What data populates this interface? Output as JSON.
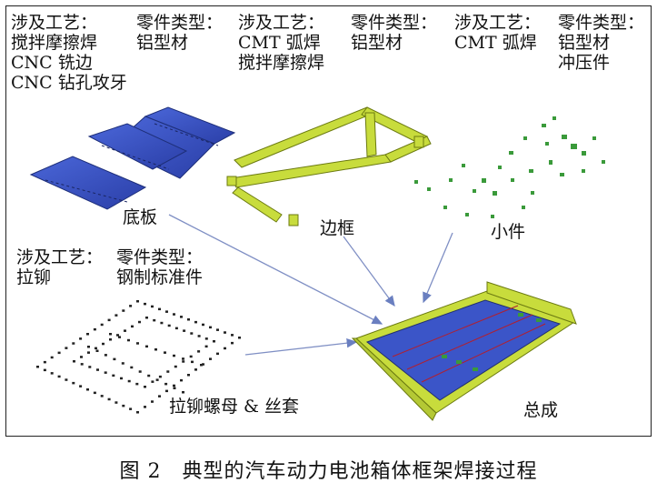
{
  "parts": {
    "floor": {
      "process_label": "涉及工艺：",
      "process_lines": [
        "搅拌摩擦焊",
        "CNC 铣边",
        "CNC 钻孔攻牙"
      ],
      "type_label": "零件类型：",
      "type_lines": [
        "铝型材"
      ],
      "name": "底板"
    },
    "frame": {
      "process_label": "涉及工艺：",
      "process_lines": [
        "CMT 弧焊",
        "搅拌摩擦焊"
      ],
      "type_label": "零件类型：",
      "type_lines": [
        "铝型材"
      ],
      "name": "边框"
    },
    "small": {
      "process_label": "涉及工艺：",
      "process_lines": [
        "CMT 弧焊"
      ],
      "type_label": "零件类型：",
      "type_lines": [
        "铝型材",
        "冲压件"
      ],
      "name": "小件"
    },
    "rivet": {
      "process_label": "涉及工艺：",
      "process_lines": [
        "拉铆"
      ],
      "type_label": "零件类型：",
      "type_lines": [
        "钢制标准件"
      ],
      "name": "拉铆螺母 & 丝套"
    },
    "assembly": {
      "name": "总成"
    }
  },
  "caption": "图 2　典型的汽车动力电池箱体框架焊接过程",
  "colors": {
    "frame": "#c8dc3c",
    "plate": "#3b55c8",
    "small": "#3a9a3a",
    "arrow": "#7f8fc4"
  }
}
